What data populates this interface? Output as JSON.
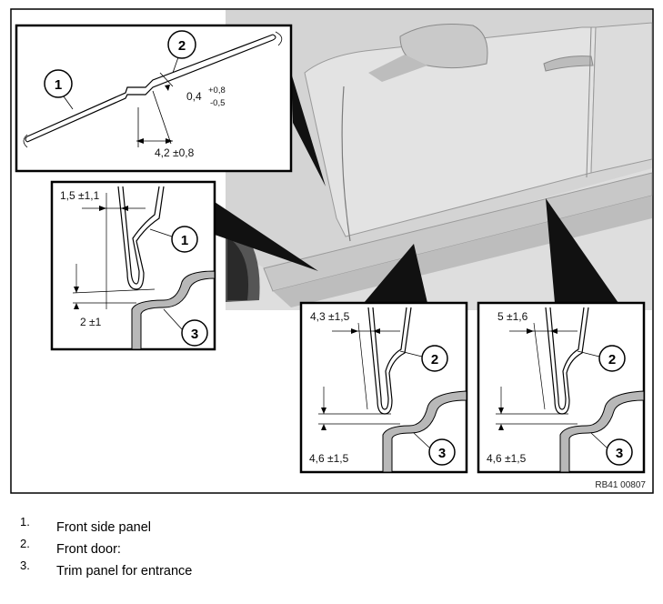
{
  "figure": {
    "reference_code": "RB41 00807",
    "callouts": {
      "c1": "1",
      "c2": "2",
      "c3": "3"
    },
    "panel_top": {
      "dim_offset": "0,4",
      "dim_offset_plus": "+0,8",
      "dim_offset_minus": "-0,5",
      "dim_width": "4,2 ±0,8"
    },
    "panel_front": {
      "dim_gap": "1,5 ±1,1",
      "dim_flush": "2 ±1"
    },
    "panel_mid": {
      "dim_gap": "4,3 ±1,5",
      "dim_flush": "4,6 ±1,5"
    },
    "panel_rear": {
      "dim_gap": "5 ±1,6",
      "dim_flush": "4,6 ±1,5"
    }
  },
  "legend": [
    {
      "number": "1.",
      "text": "Front side panel"
    },
    {
      "number": "2.",
      "text": "Front door:"
    },
    {
      "number": "3.",
      "text": "Trim panel for entrance"
    }
  ],
  "colors": {
    "car_body": "#dcdcdc",
    "car_shade": "#c4c4c4",
    "trim": "#b8b8b8",
    "frame": "#000000"
  }
}
